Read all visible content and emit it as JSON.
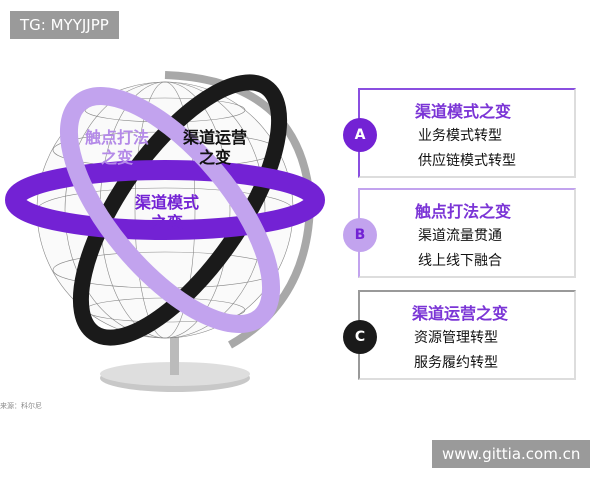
{
  "watermarks": {
    "top": "TG: MYYJJPP",
    "bottom": "www.gittia.com.cn"
  },
  "source": "来源：科尔尼",
  "globe": {
    "labels": {
      "touch": "触点打法\n之变",
      "ops": "渠道运营\n之变",
      "mode": "渠道模式\n之变"
    }
  },
  "colors": {
    "purple": "#7322d4",
    "light_purple": "#c2a3ee",
    "black": "#1a1a1a",
    "grey": "#a8a8a8"
  },
  "cards": [
    {
      "badge": "A",
      "title": "渠道模式之变",
      "lines": [
        "业务模式转型",
        "供应链模式转型"
      ]
    },
    {
      "badge": "B",
      "title": "触点打法之变",
      "lines": [
        "渠道流量贯通",
        "线上线下融合"
      ]
    },
    {
      "badge": "C",
      "title": "渠道运营之变",
      "lines": [
        "资源管理转型",
        "服务履约转型"
      ]
    }
  ]
}
